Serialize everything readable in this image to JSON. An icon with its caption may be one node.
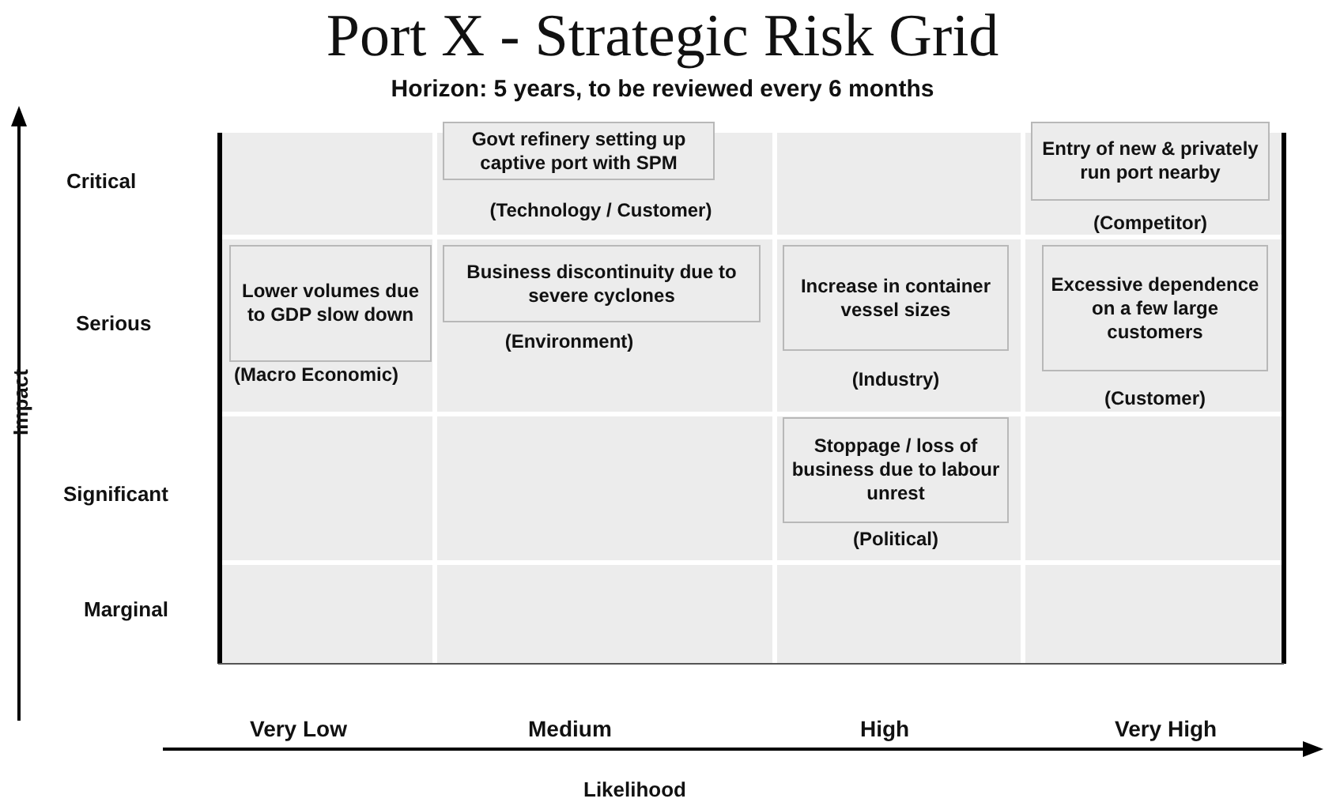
{
  "diagram": {
    "title": "Port X - Strategic Risk Grid",
    "nodes": [
      {
        "text": [
          "Govt refinery setting up captive port with SPM"
        ],
        "beside": [
          "(Technology / Customer)"
        ]
      },
      {
        "text": [
          "Entry of new & privately run port nearby"
        ],
        "beside": [
          "(Competitor)"
        ]
      },
      {
        "text": [
          "Lower volumes due to GDP slow down"
        ],
        "beside": [
          "(Macro Economic)"
        ]
      },
      {
        "text": [
          "Business discontinuity due to severe cyclones"
        ],
        "beside": [
          "(Environment)"
        ]
      },
      {
        "text": [
          "Increase in container vessel sizes"
        ],
        "beside": [
          "(Industry)"
        ]
      },
      {
        "text": [
          "Excessive dependence on a few large customers"
        ],
        "beside": [
          "(Customer)"
        ]
      },
      {
        "text": [
          "Stoppage / loss of business due to labour unrest"
        ],
        "beside": [
          "(Political)"
        ]
      }
    ],
    "labels": [
      "Horizon: 5 years, to be reviewed every 6 months",
      "Critical",
      "Serious",
      "Impact",
      "Significant",
      "Marginal",
      "Very Low",
      "Medium",
      "High",
      "Very High",
      "Likelihood"
    ]
  }
}
